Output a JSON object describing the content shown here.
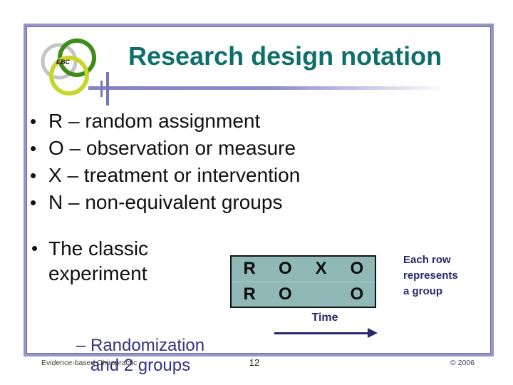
{
  "slide": {
    "title": "Research design notation",
    "logo_text": "EBC",
    "notation_bullets": [
      "R – random assignment",
      "O – observation or measure",
      "X – treatment or intervention",
      "N – non-equivalent groups"
    ],
    "classic_bullet": "The classic experiment",
    "classic_sub_bullet": "Randomization and 2 groups",
    "design_table": {
      "rows": [
        [
          "R",
          "O",
          "X",
          "O"
        ],
        [
          "R",
          "O",
          "",
          "O"
        ]
      ]
    },
    "annotation": "Each row represents a group",
    "time_label": "Time",
    "footer": {
      "left": "Evidence-based Chiropractic",
      "page_number": "12",
      "copyright": "© 2006"
    }
  },
  "colors": {
    "title_teal": "#0e6f6a",
    "frame_border": "#9595c6",
    "underline": "#7777b8",
    "table_background": "#8fb8b6",
    "table_border": "#141414",
    "navy_text": "#28286b",
    "sub_bullet_text": "#34347c",
    "logo_green": "#3f8c1c",
    "logo_yellow": "#c9d62f",
    "logo_gray": "#c4c4c4"
  }
}
